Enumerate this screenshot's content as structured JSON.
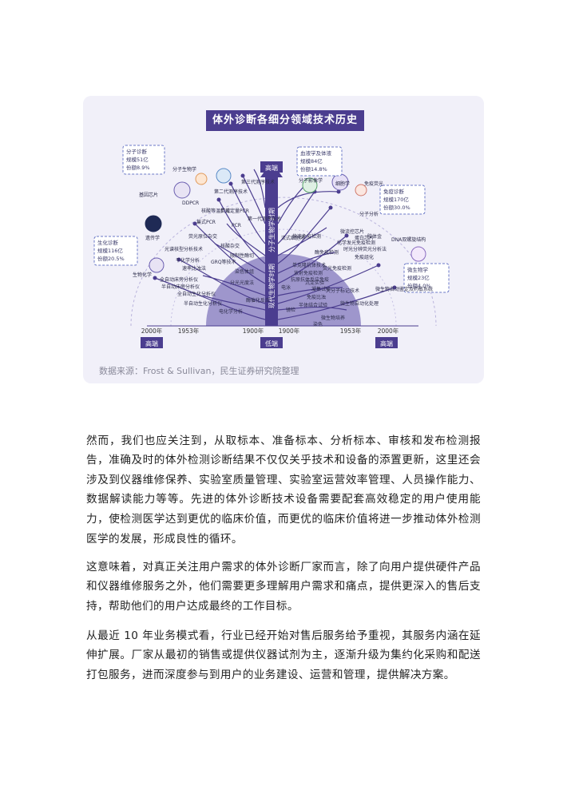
{
  "figure": {
    "title": "体外诊断各细分领域技术历史",
    "source": "数据来源：Frost & Sullivan，民生证券研究院整理",
    "axis_top": "高端",
    "axis_bottom_left": "高端",
    "axis_bottom_center": "低端",
    "axis_bottom_right": "高端",
    "trunk_label_1": "分子生物学时期",
    "trunk_label_2": "现代生物学时期",
    "years": [
      "2000年",
      "1953年",
      "1900年",
      "1900年",
      "1953年",
      "2000年"
    ],
    "callouts": [
      {
        "name": "分子诊断",
        "size": "规模51亿",
        "share": "份额8.9%"
      },
      {
        "name": "血液学及体液",
        "size": "规模84亿",
        "share": "份额14.8%"
      },
      {
        "name": "免疫诊断",
        "size": "规模170亿",
        "share": "份额30.0%"
      },
      {
        "name": "生化诊断",
        "size": "规模116亿",
        "share": "份额20.5%"
      },
      {
        "name": "微生物学",
        "size": "规模23亿",
        "share": "份额4.0%"
      }
    ],
    "left_labels": [
      "分子生物学",
      "基因芯片",
      "第二代测序技术",
      "第三代测序技术",
      "DDPCR",
      "核酸等温扩增",
      "荧光定量PCR",
      "第一代测序技术",
      "PCR",
      "遗传学",
      "巢式PCR",
      "荧光原位杂交",
      "核酸杂交",
      "光谱核型分析技术",
      "GRQ等技术",
      "限制性酶切",
      "干化学分析",
      "速率比浊法",
      "全自动床旁分析仪",
      "半自动床旁分析仪",
      "全自动生化分析仪",
      "生物化学",
      "染色体组",
      "分光光度法",
      "半自动生化分析仪",
      "酶催化反应",
      "电化学分析"
    ],
    "right_labels": [
      "分子影像学",
      "细胞学",
      "免疫荧光",
      "流式细胞术",
      "快速免疫检测",
      "分子分析",
      "微流控芯片",
      "蛋白芯片",
      "化学发光免疫检测",
      "DNA双螺旋结构",
      "时光分辨荧光分析法",
      "胶体金",
      "酶免疫检测",
      "免疫组化",
      "单克隆抗体技术",
      "荧光免疫检测",
      "放射免疫检测",
      "抗原抗体反应免疫",
      "电泳",
      "沉淀实验",
      "凝集试验",
      "大分子标记技术",
      "免疫比浊",
      "半体结合试验",
      "微生物自动鉴定及药敏系统",
      "微生物自动化处理",
      "微生物培养",
      "染色",
      "镜检"
    ]
  },
  "paragraphs": [
    "然而，我们也应关注到，从取标本、准备标本、分析标本、审核和发布检测报告，准确及时的体外检测诊断结果不仅仅关乎技术和设备的添置更新，这里还会涉及到仪器维修保养、实验室质量管理、实验室运营效率管理、人员操作能力、数据解读能力等等。先进的体外诊断技术设备需要配套高效稳定的用户使用能力，使检测医学达到更优的临床价值，而更优的临床价值将进一步推动体外检测医学的发展，形成良性的循环。",
    "这意味着，对真正关注用户需求的体外诊断厂家而言，除了向用户提供硬件产品和仪器维修服务之外，他们需要更多理解用户需求和痛点，提供更深入的售后支持，帮助他们的用户达成最终的工作目标。",
    "从最近 10 年业务模式看，行业已经开始对售后服务给予重视，其服务内涵在延伸扩展。厂家从最初的销售或提供仪器试剂为主，逐渐升级为集约化采购和配送打包服务，进而深度参与到用户的业务建设、运营和管理，提供解决方案。"
  ],
  "colors": {
    "accent": "#4b3d8f",
    "card_bg": "#f1f0f9",
    "branch": "#4b3d8f"
  }
}
